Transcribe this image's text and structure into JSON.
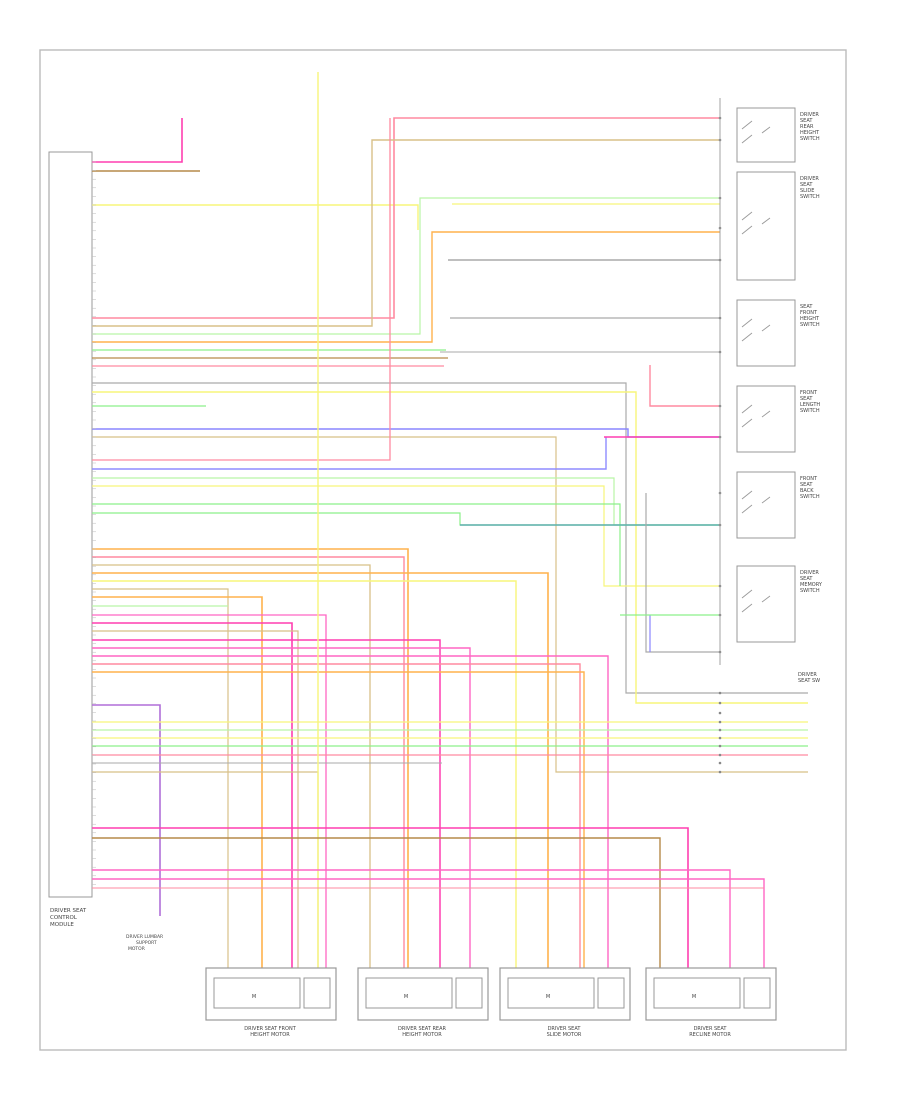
{
  "diagram": {
    "page_id": "",
    "module_label": [
      "DRIVER SEAT",
      "CONTROL",
      "MODULE"
    ],
    "connector_tags": [
      "",
      "",
      "",
      ""
    ],
    "top_labels": {
      "left_title": "",
      "left_fuse_lines": [
        "",
        "",
        ""
      ],
      "left_notes": [
        "",
        "",
        "",
        "",
        ""
      ],
      "center_title": "",
      "center_fuse_lines": [
        "",
        ""
      ],
      "center_notes": [
        "",
        "",
        "",
        ""
      ],
      "mid_notes": [
        "",
        "",
        "",
        ""
      ],
      "ground_note": [
        "",
        "",
        ""
      ]
    },
    "wire_colors": {
      "red": "#ff8aa0",
      "pink": "#ff66c4",
      "magenta": "#ff3fb0",
      "purple": "#b06fd8",
      "violet": "#8a86ff",
      "yellow": "#f7f57a",
      "orange": "#ffb24d",
      "tan": "#d8c088",
      "brown": "#b68a4a",
      "green": "#8cf08a",
      "lightgreen": "#b9f5a6",
      "gray": "#aaaaaa",
      "dkgray": "#888888",
      "teal": "#5fb0b0",
      "blue": "#8f8cff"
    },
    "right_switches": [
      {
        "label": [
          "DRIVER",
          "SEAT",
          "REAR",
          "HEIGHT",
          "SWITCH"
        ]
      },
      {
        "label": [
          "DRIVER",
          "SEAT",
          "SLIDE",
          "SWITCH"
        ]
      },
      {
        "label": [
          "SEAT",
          "FRONT",
          "HEIGHT",
          "SWITCH"
        ]
      },
      {
        "label": [
          "FRONT",
          "SEAT",
          "LENGTH",
          "SWITCH"
        ]
      },
      {
        "label": [
          "FRONT",
          "SEAT",
          "BACK",
          "SWITCH"
        ]
      },
      {
        "label": [
          "DRIVER",
          "SEAT",
          "MEMORY",
          "SWITCH"
        ]
      }
    ],
    "right_connector_title": [
      "DRIVER",
      "SEAT SW"
    ],
    "small_notes": [
      "",
      "",
      ""
    ],
    "bottom_motors": [
      {
        "label": [
          "DRIVER SEAT FRONT",
          "HEIGHT MOTOR"
        ],
        "mark": "M"
      },
      {
        "label": [
          "DRIVER SEAT REAR",
          "HEIGHT MOTOR"
        ],
        "mark": "M"
      },
      {
        "label": [
          "DRIVER SEAT",
          "SLIDE MOTOR"
        ],
        "mark": "M"
      },
      {
        "label": [
          "DRIVER SEAT",
          "RECLINE MOTOR"
        ],
        "mark": "M"
      }
    ],
    "lumbar_note": [
      "DRIVER LUMBAR",
      "SUPPORT",
      "MOTOR"
    ]
  }
}
